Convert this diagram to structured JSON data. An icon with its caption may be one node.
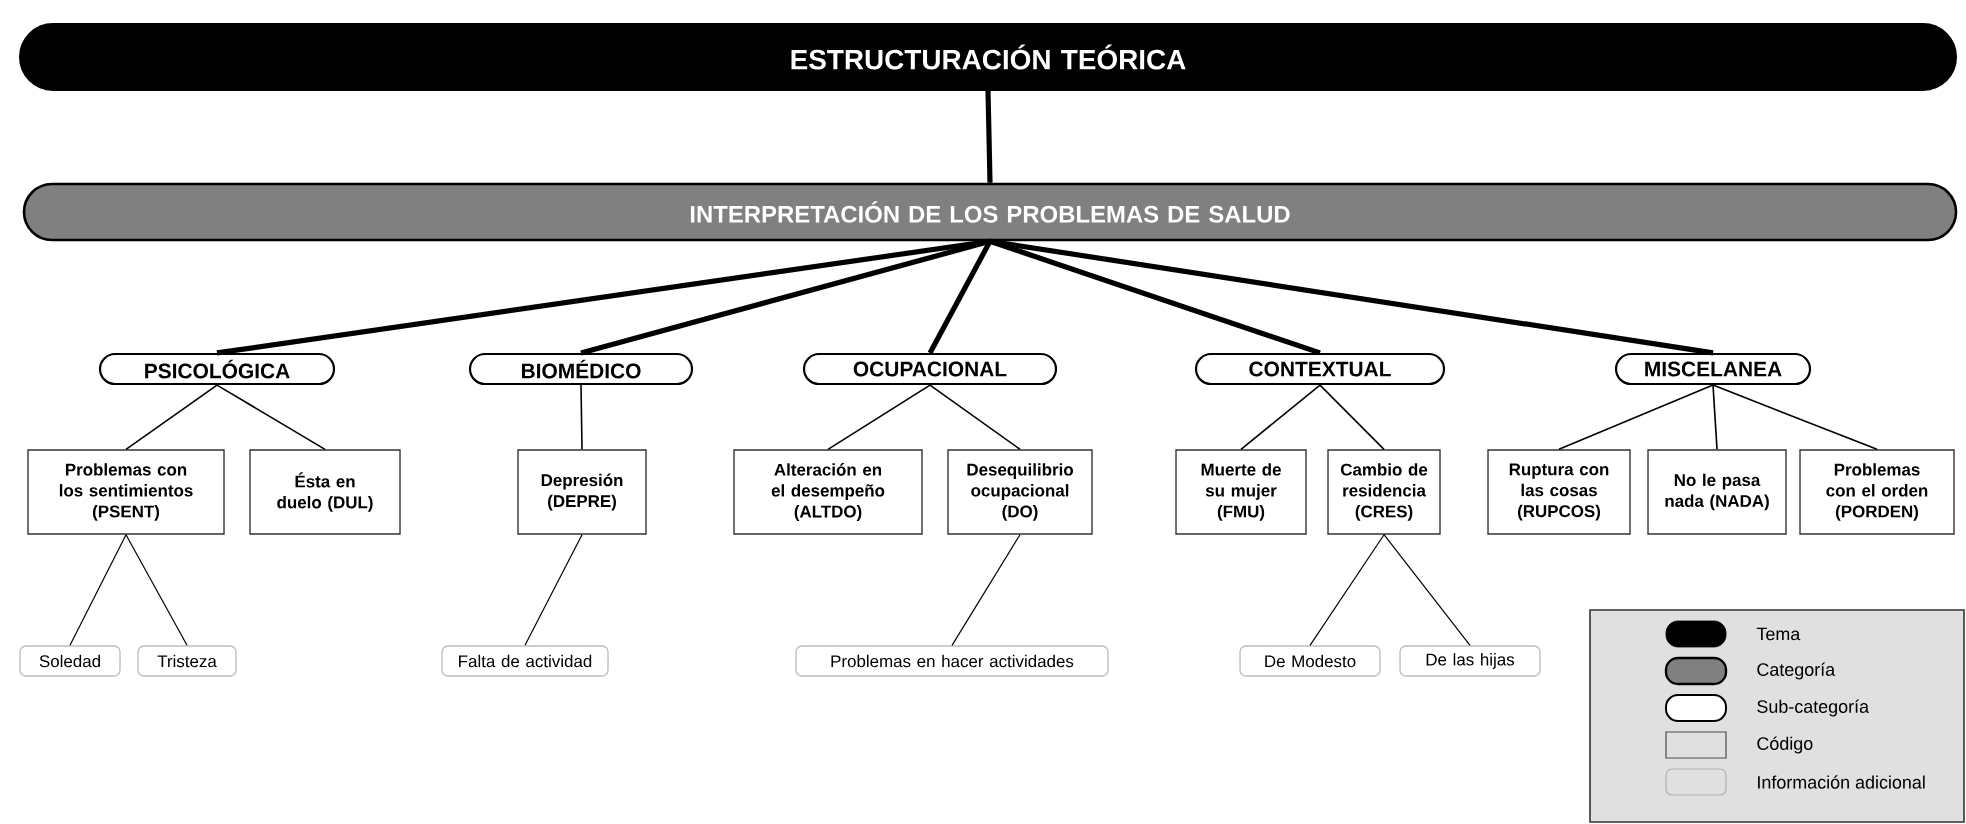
{
  "diagram": {
    "nodes": [
      {
        "text": [
          "ESTRUCTURACIÓN TEÓRICA"
        ]
      },
      {
        "text": [
          "INTERPRETACIÓN DE LOS PROBLEMAS DE SALUD"
        ]
      },
      {
        "text": [
          "PSICOLÓGICA"
        ]
      },
      {
        "text": [
          "BIOMÉDICO"
        ]
      },
      {
        "text": [
          "OCUPACIONAL"
        ]
      },
      {
        "text": [
          "CONTEXTUAL"
        ]
      },
      {
        "text": [
          "MISCELANEA"
        ]
      },
      {
        "text": [
          "Problemas con los sentimientos (PSENT)"
        ]
      },
      {
        "text": [
          "Ésta en duelo (DUL)"
        ]
      },
      {
        "text": [
          "Depresión (DEPRE)"
        ]
      },
      {
        "text": [
          "Alteración en el desempeño (ALTDO)"
        ]
      },
      {
        "text": [
          "Desequilibrio ocupacional (DO)"
        ]
      },
      {
        "text": [
          "Muerte de su mujer (FMU)"
        ]
      },
      {
        "text": [
          "Cambio de residencia (CRES)"
        ]
      },
      {
        "text": [
          "Ruptura con las cosas (RUPCOS)"
        ]
      },
      {
        "text": [
          "No le pasa nada (NADA)"
        ]
      },
      {
        "text": [
          "Problemas con el orden (PORDEN)"
        ]
      },
      {
        "text": [
          "Soledad"
        ]
      },
      {
        "text": [
          "Tristeza"
        ]
      },
      {
        "text": [
          "Falta de actividad"
        ]
      },
      {
        "text": [
          "Problemas en hacer actividades"
        ]
      },
      {
        "text": [
          "De Modesto"
        ]
      },
      {
        "text": [
          "De las hijas"
        ]
      }
    ],
    "edges": [
      {
        "from": 0,
        "to": 1,
        "arrow": "none",
        "style": "thick"
      },
      {
        "from": 1,
        "to": 2,
        "arrow": "none",
        "style": "thick"
      },
      {
        "from": 1,
        "to": 3,
        "arrow": "none",
        "style": "thick"
      },
      {
        "from": 1,
        "to": 4,
        "arrow": "none",
        "style": "thick"
      },
      {
        "from": 1,
        "to": 5,
        "arrow": "none",
        "style": "thick"
      },
      {
        "from": 1,
        "to": 6,
        "arrow": "none",
        "style": "thick"
      },
      {
        "from": 2,
        "to": 7,
        "arrow": "none"
      },
      {
        "from": 2,
        "to": 8,
        "arrow": "none"
      },
      {
        "from": 3,
        "to": 9,
        "arrow": "none"
      },
      {
        "from": 4,
        "to": 10,
        "arrow": "none"
      },
      {
        "from": 4,
        "to": 11,
        "arrow": "none"
      },
      {
        "from": 5,
        "to": 12,
        "arrow": "none"
      },
      {
        "from": 5,
        "to": 13,
        "arrow": "none"
      },
      {
        "from": 6,
        "to": 14,
        "arrow": "none"
      },
      {
        "from": 6,
        "to": 15,
        "arrow": "none"
      },
      {
        "from": 6,
        "to": 16,
        "arrow": "none"
      },
      {
        "from": 7,
        "to": 17,
        "arrow": "none"
      },
      {
        "from": 7,
        "to": 18,
        "arrow": "none"
      },
      {
        "from": 9,
        "to": 19,
        "arrow": "none"
      },
      {
        "from": 11,
        "to": 20,
        "arrow": "none"
      },
      {
        "from": 13,
        "to": 21,
        "arrow": "none"
      },
      {
        "from": 13,
        "to": 22,
        "arrow": "none"
      }
    ],
    "legend": [
      {
        "text": "Tema"
      },
      {
        "text": "Categoría"
      },
      {
        "text": "Sub-categoría"
      },
      {
        "text": "Código"
      },
      {
        "text": "Información adicional"
      }
    ]
  }
}
